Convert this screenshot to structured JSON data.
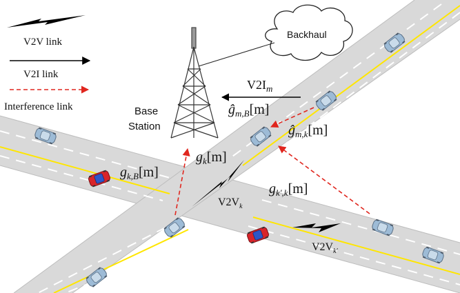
{
  "legend": {
    "v2v": "V2V link",
    "v2i": "V2I link",
    "interference": "Interference link"
  },
  "nodes": {
    "base_station_line1": "Base",
    "base_station_line2": "Station",
    "backhaul": "Backhaul"
  },
  "labels": {
    "v2i_m": {
      "main": "V2I",
      "sub": "m"
    },
    "g_hat_mB": {
      "main": "ĝ",
      "sub": "m,B",
      "arg": "[m]"
    },
    "g_hat_mk": {
      "main": "ĝ",
      "sub": "m,k",
      "arg": "[m]"
    },
    "g_k": {
      "main": "g",
      "sub": "k",
      "arg": "[m]"
    },
    "g_kB": {
      "main": "g",
      "sub": "k,B",
      "arg": "[m]"
    },
    "g_kprime_k": {
      "main": "g",
      "sub": "k',k",
      "arg": "[m]"
    },
    "v2v_k": {
      "main": "V2V",
      "sub": "k"
    },
    "v2v_kprime": {
      "main": "V2V",
      "sub": "k'"
    }
  },
  "colors": {
    "road": "#d9d9d9",
    "lane_center": "#ffe600",
    "lane_dash": "#ffffff",
    "interference": "#e0261e",
    "car_blue": "#9dbbd6",
    "car_red": "#d8242a",
    "tower": "#333333"
  }
}
